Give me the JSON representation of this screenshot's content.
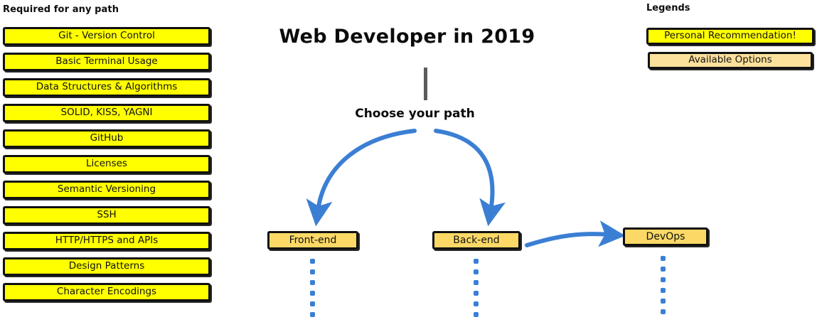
{
  "colors": {
    "recommended_fill": "#FFFF00",
    "available_fill": "#FCE19C",
    "path_fill": "#FCD966",
    "arrow_blue": "#3B7FD4",
    "stem_gray": "#5A5D5E",
    "outline": "#111111",
    "background": "#FFFFFF"
  },
  "sidebar": {
    "heading": "Required for any path",
    "items": [
      {
        "label": "Git - Version Control"
      },
      {
        "label": "Basic Terminal Usage"
      },
      {
        "label": "Data Structures & Algorithms"
      },
      {
        "label": "SOLID, KISS, YAGNI"
      },
      {
        "label": "GitHub"
      },
      {
        "label": "Licenses"
      },
      {
        "label": "Semantic Versioning"
      },
      {
        "label": "SSH"
      },
      {
        "label": "HTTP/HTTPS and APIs"
      },
      {
        "label": "Design Patterns"
      },
      {
        "label": "Character Encodings"
      }
    ]
  },
  "main": {
    "title": "Web Developer in 2019",
    "choose_label": "Choose your path",
    "paths": [
      {
        "id": "frontend",
        "label": "Front-end",
        "dots": 6
      },
      {
        "id": "backend",
        "label": "Back-end",
        "dots": 6
      },
      {
        "id": "devops",
        "label": "DevOps",
        "dots": 6
      }
    ]
  },
  "legend": {
    "heading": "Legends",
    "items": [
      {
        "label": "Personal Recommendation!",
        "fill": "#FFFF00"
      },
      {
        "label": "Available Options",
        "fill": "#FCE19C"
      }
    ]
  }
}
